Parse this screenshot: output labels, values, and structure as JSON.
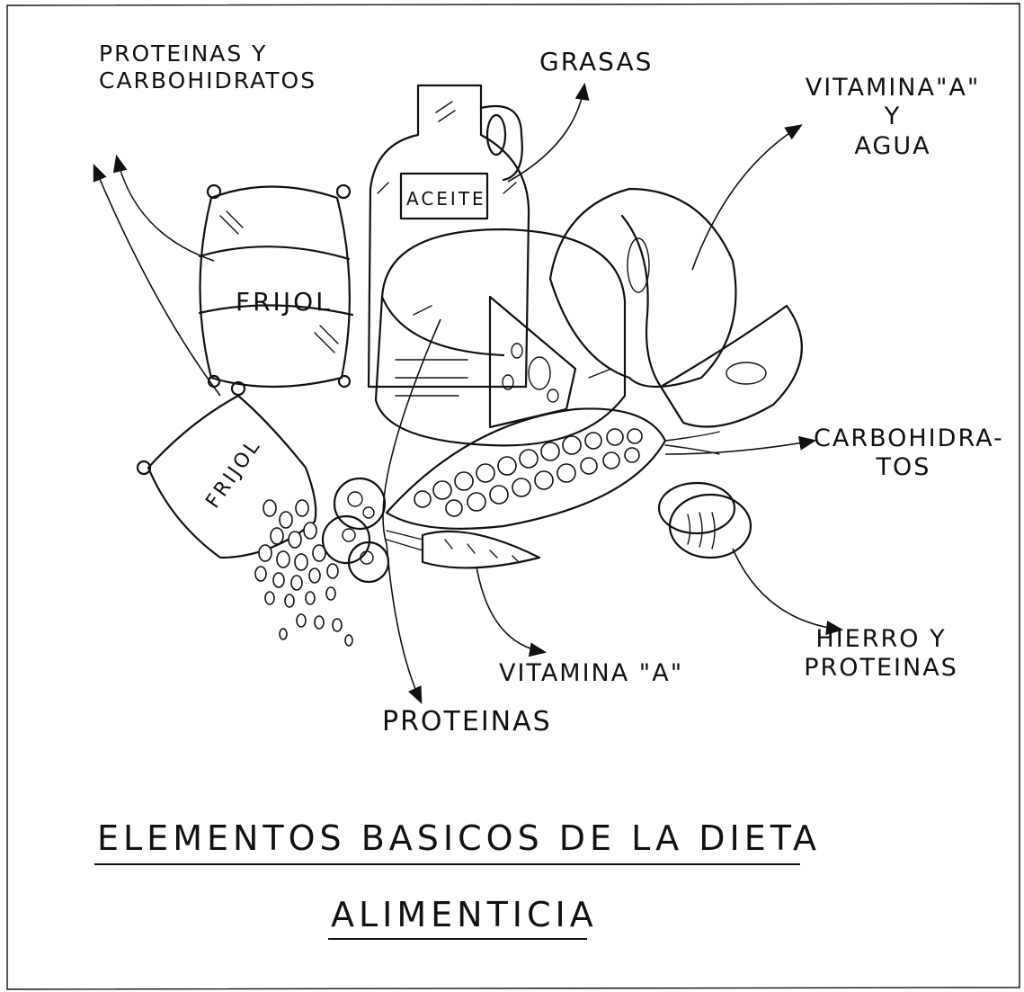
{
  "labels": {
    "proteinas_carbohidratos": [
      "PROTEINAS Y",
      "CARBOHIDRATOS"
    ],
    "grasas": "GRASAS",
    "vitamina_a_agua": [
      "VITAMINA\"A\"",
      "Y",
      "AGUA"
    ],
    "carbohidratos": [
      "CARBOHIDRA-",
      "TOS"
    ],
    "hierro_proteinas": [
      "HIERRO Y",
      "PROTEINAS"
    ],
    "vitamina_a": "VITAMINA \"A\"",
    "proteinas": "PROTEINAS"
  },
  "food_labels": {
    "aceite": "ACEITE",
    "frijol_sack": "FRIJOL",
    "frijol_spilled": "FRIJOL"
  },
  "title": {
    "line1": "ELEMENTOS BASICOS DE LA DIETA",
    "line2": "ALIMENTICIA"
  }
}
